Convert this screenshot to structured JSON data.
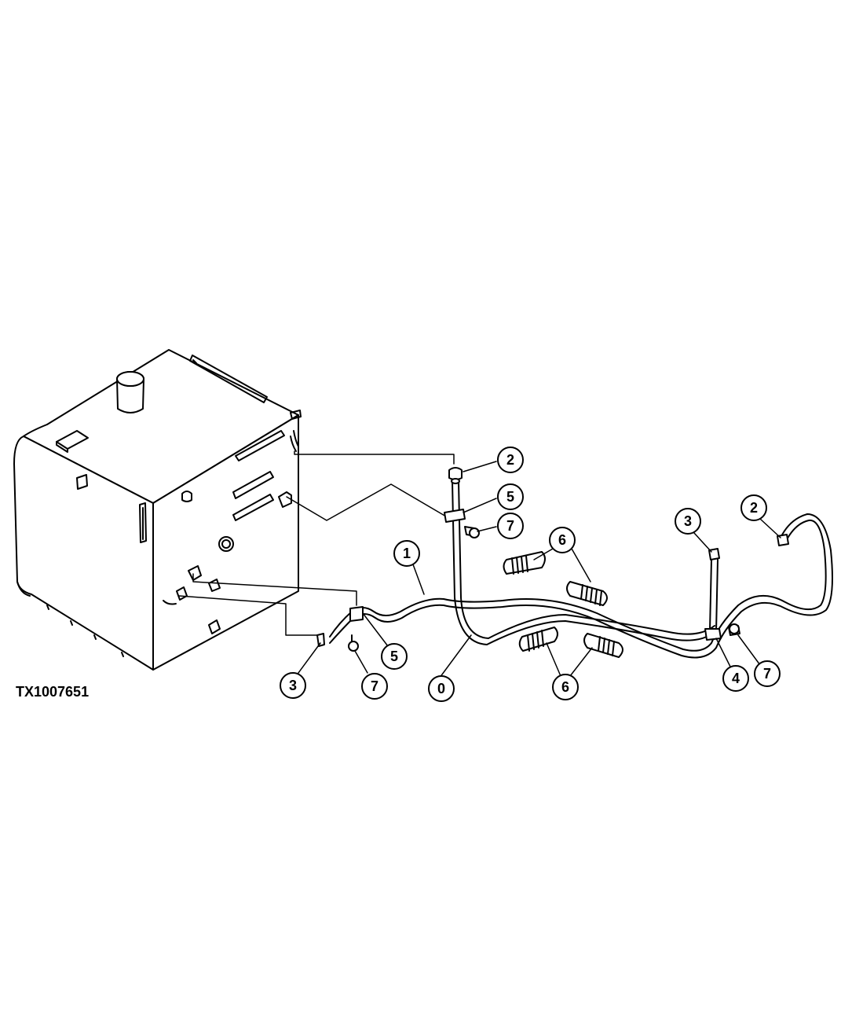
{
  "figure": {
    "id": "TX1007651",
    "colors": {
      "line": "#000000",
      "background": "#ffffff"
    }
  },
  "callouts": [
    {
      "key": "c2a",
      "label": "2"
    },
    {
      "key": "c5a",
      "label": "5"
    },
    {
      "key": "c7a",
      "label": "7"
    },
    {
      "key": "c3a",
      "label": "3"
    },
    {
      "key": "c2b",
      "label": "2"
    },
    {
      "key": "c6a",
      "label": "6"
    },
    {
      "key": "c1",
      "label": "1"
    },
    {
      "key": "c5b",
      "label": "5"
    },
    {
      "key": "c3b",
      "label": "3"
    },
    {
      "key": "c7b",
      "label": "7"
    },
    {
      "key": "c0",
      "label": "0"
    },
    {
      "key": "c6b",
      "label": "6"
    },
    {
      "key": "c4",
      "label": "4"
    },
    {
      "key": "c7c",
      "label": "7"
    }
  ]
}
